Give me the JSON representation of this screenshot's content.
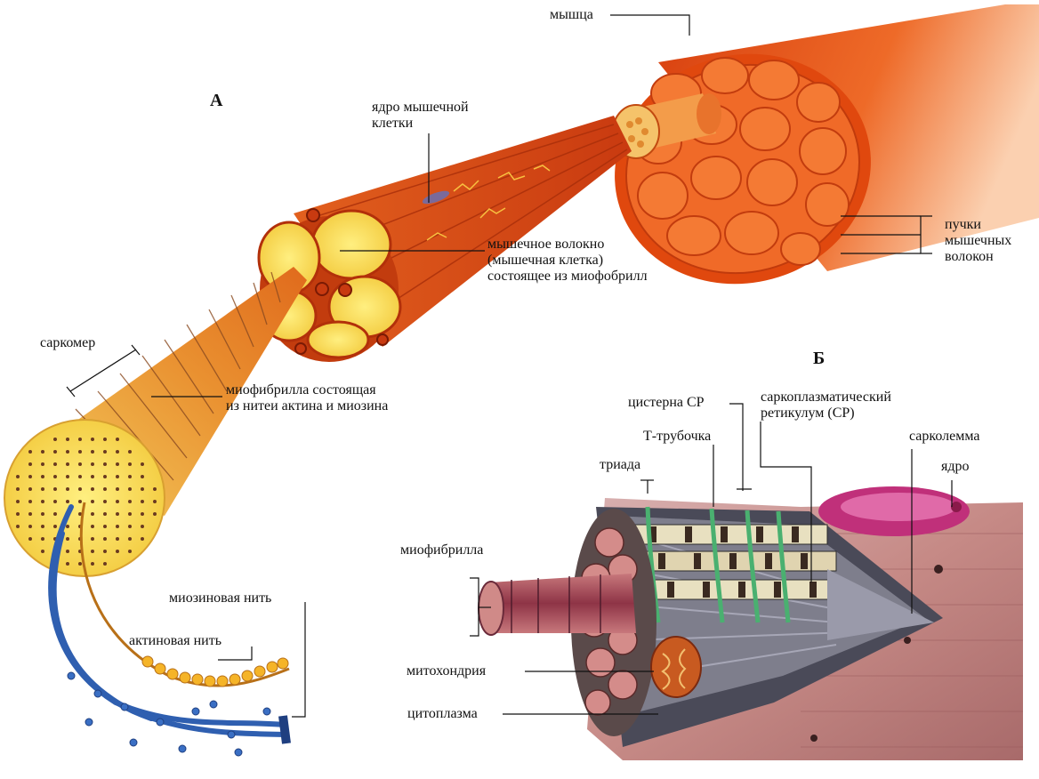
{
  "panel_a": {
    "letter": "А",
    "muscle": "мышца",
    "nucleus": [
      "ядро мышечной",
      "клетки"
    ],
    "fiber": [
      "мышечное волокно",
      "(мышечная клетка)",
      "состоящее из миофобрилл"
    ],
    "bundles": [
      "пучки",
      "мышечных",
      "волокон"
    ],
    "sarcomere": "саркомер",
    "myofibril": [
      "миофибрилла состоящая",
      "из нитеи актина и миозина"
    ],
    "myosin": "миозиновая нить",
    "actin": "актиновая нить"
  },
  "panel_b": {
    "letter": "Б",
    "cistern": "цистерна СР",
    "sr": [
      "саркоплазматический",
      "ретикулум (СР)"
    ],
    "ttubule": "Т-трубочка",
    "sarcolemma": "сарколемма",
    "triad": "триада",
    "nucleus": "ядро",
    "myofibril": "миофибрилла",
    "mitochondrion": "митохондрия",
    "cytoplasm": "цитоплазма"
  },
  "colors": {
    "muscle": "#e8501a",
    "muscle_dark": "#b8300c",
    "bundle": "#f6d25a",
    "myosin": "#3a6fc4",
    "actin": "#f0a020",
    "cell_pink": "#b06060"
  }
}
